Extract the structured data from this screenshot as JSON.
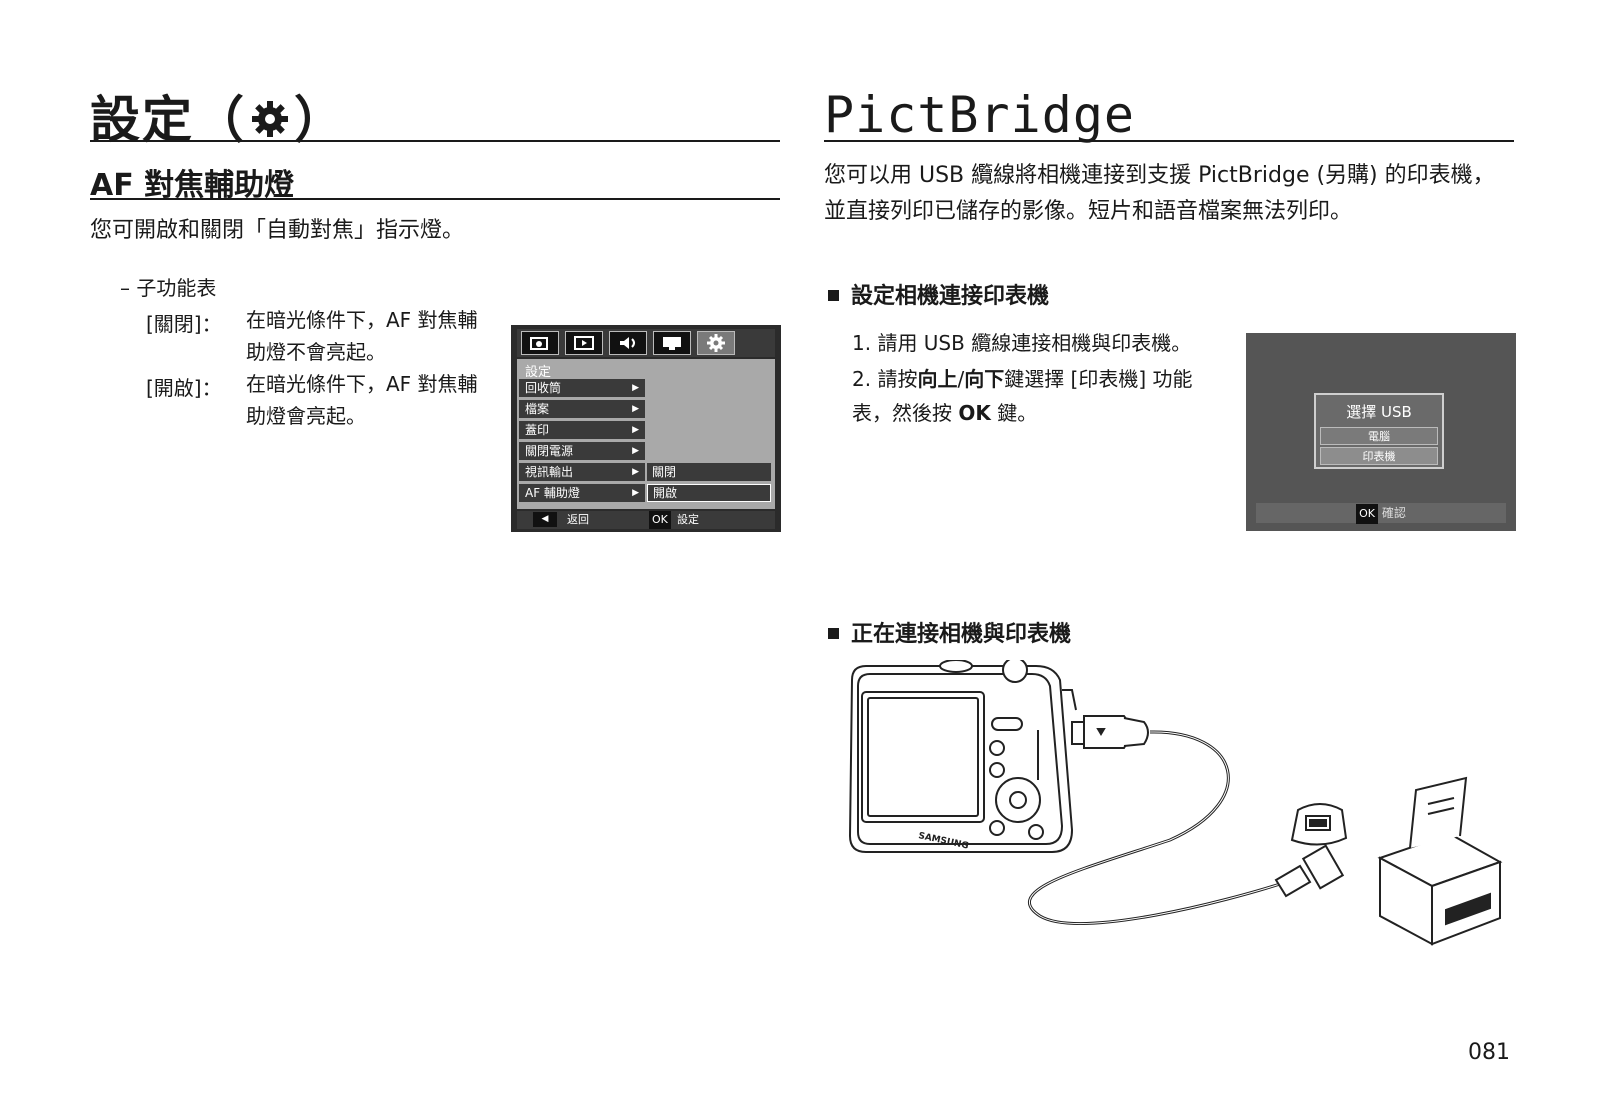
{
  "left": {
    "title_prefix": "設定（",
    "title_suffix": "）",
    "title_icon": "gear-icon",
    "subtitle": "AF 對焦輔助燈",
    "intro": "您可開啟和關閉「自動對焦」指示燈。",
    "submenu_label": "– 子功能表",
    "options": [
      {
        "key": "[關閉]：",
        "desc": "在暗光條件下，AF 對焦輔助燈不會亮起。"
      },
      {
        "key": "[開啟]：",
        "desc": "在暗光條件下，AF 對焦輔助燈會亮起。"
      }
    ]
  },
  "lcd_menu": {
    "tab_icons": [
      "shooting-mode-icon",
      "playback-icon",
      "sound-icon",
      "display-icon",
      "gear-icon"
    ],
    "header": "設定",
    "items": [
      "回收筒",
      "檔案",
      "蓋印",
      "關閉電源",
      "視訊輸出",
      "AF 輔助燈"
    ],
    "options": [
      "關閉",
      "開啟"
    ],
    "back_label": "返回",
    "ok_key": "OK",
    "ok_label": "設定"
  },
  "right": {
    "title": "PictBridge",
    "intro": "您可以用 USB 纜線將相機連接到支援 PictBridge (另購) 的印表機，並直接列印已儲存的影像。短片和語音檔案無法列印。",
    "section1": "設定相機連接印表機",
    "step1": "1. 請用 USB 纜線連接相機與印表機。",
    "step2_pre": "2. 請按",
    "step2_up": "向上",
    "step2_slash": "/",
    "step2_down": "向下",
    "step2_mid": "鍵選擇 [印表機] 功能表，然後按",
    "step2_ok": "OK",
    "step2_end": "鍵。",
    "section2": "正在連接相機與印表機"
  },
  "usb_screen": {
    "title": "選擇 USB",
    "options": [
      "電腦",
      "印表機"
    ],
    "ok_key": "OK",
    "ok_label": "確認"
  },
  "illustration": {
    "brand": "SAMSUNG"
  },
  "page_number": "081"
}
